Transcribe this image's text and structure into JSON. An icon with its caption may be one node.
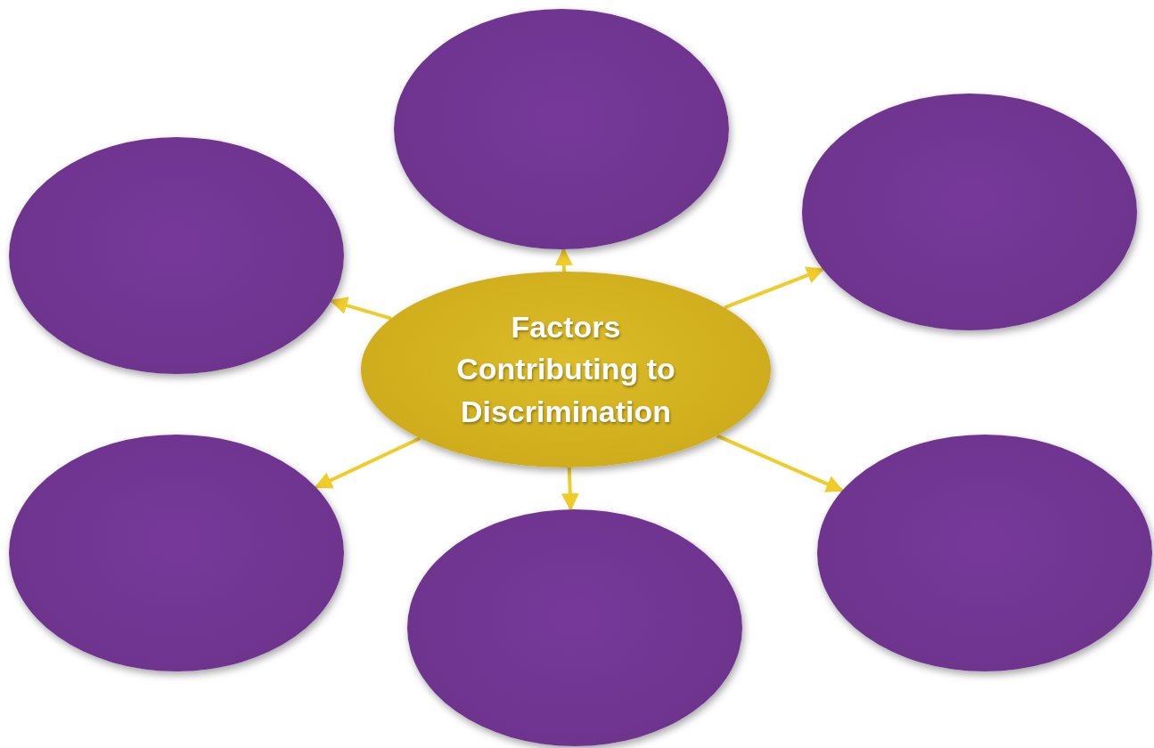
{
  "diagram": {
    "nodes": [
      {
        "text": [
          "Factors Contributing to Discrimination"
        ]
      },
      {
        "text": [],
        "shape": "ellipse"
      },
      {
        "text": [],
        "shape": "ellipse"
      },
      {
        "text": [],
        "shape": "ellipse"
      },
      {
        "text": [],
        "shape": "ellipse"
      },
      {
        "text": [],
        "shape": "ellipse"
      },
      {
        "text": [],
        "shape": "ellipse"
      }
    ],
    "edges": [
      {
        "from": 0,
        "to": 1,
        "arrow": "to"
      },
      {
        "from": 0,
        "to": 2,
        "arrow": "to"
      },
      {
        "from": 0,
        "to": 3,
        "arrow": "to"
      },
      {
        "from": 0,
        "to": 4,
        "arrow": "to"
      },
      {
        "from": 0,
        "to": 5,
        "arrow": "to"
      },
      {
        "from": 0,
        "to": 6,
        "arrow": "to"
      }
    ]
  }
}
